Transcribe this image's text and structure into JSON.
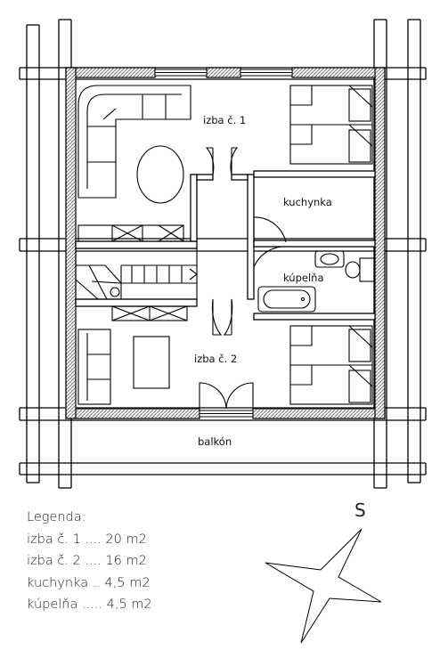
{
  "rooms": {
    "room1": "izba č. 1",
    "kitchen": "kuchynka",
    "bathroom": "kúpelňa",
    "room2": "izba č. 2",
    "balcony": "balkón"
  },
  "legend": {
    "title": "Legenda:",
    "items": [
      "izba č. 1 .... 20 m2",
      "izba č. 2 .... 16 m2",
      "kuchynka .. 4,5 m2",
      "kúpelňa ..... 4,5 m2"
    ]
  },
  "orientation": {
    "label": "S",
    "icon": "compass-star-icon"
  },
  "colors": {
    "line": "#000000",
    "wall_hatch": "#9a9a9a"
  }
}
